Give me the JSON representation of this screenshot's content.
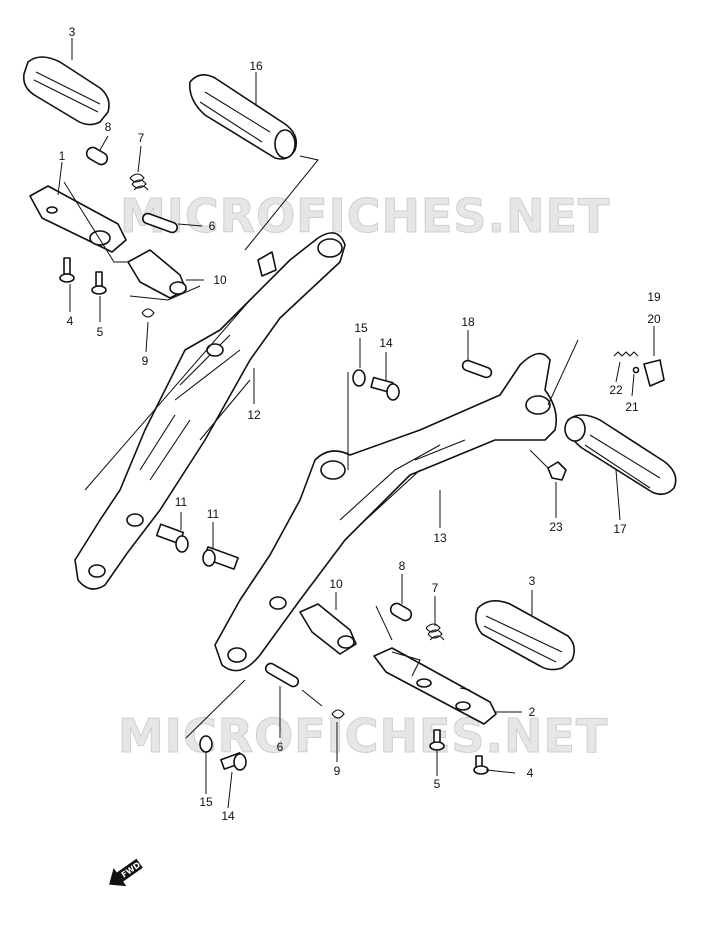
{
  "watermark": "MICROFICHES.NET",
  "fwd_label": "FWD",
  "callouts": [
    "3",
    "16",
    "8",
    "7",
    "1",
    "6",
    "10",
    "4",
    "5",
    "9",
    "12",
    "15",
    "14",
    "11",
    "11",
    "18",
    "19",
    "20",
    "22",
    "21",
    "23",
    "17",
    "13",
    "10",
    "8",
    "7",
    "3",
    "2",
    "6",
    "5",
    "4",
    "9",
    "15",
    "14"
  ],
  "colors": {
    "line": "#111111",
    "watermark": "#e6e6e6",
    "background": "#ffffff"
  }
}
